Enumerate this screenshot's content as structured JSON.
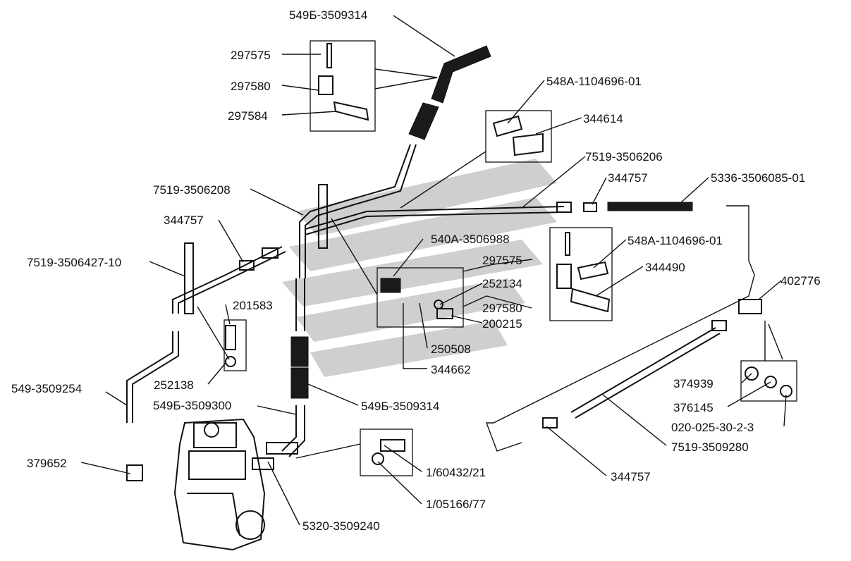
{
  "diagram": {
    "labels": {
      "l01": "549Б-3509314",
      "l02": "297575",
      "l03": "297580",
      "l04": "297584",
      "l05": "548А-1104696-01",
      "l06": "344614",
      "l07": "7519-3506206",
      "l08": "344757",
      "l09": "5336-3506085-01",
      "l10": "7519-3506208",
      "l11": "344757",
      "l12": "540А-3506988",
      "l13": "297575",
      "l14": "548А-1104696-01",
      "l15": "7519-3506427-10",
      "l16": "252134",
      "l17": "344490",
      "l18": "402776",
      "l19": "201583",
      "l20": "297580",
      "l21": "200215",
      "l22": "250508",
      "l23": "344662",
      "l24": "252138",
      "l25": "374939",
      "l26": "549-3509254",
      "l27": "376145",
      "l28": "549Б-3509300",
      "l29": "549Б-3509314",
      "l30": "020-025-30-2-3",
      "l31": "7519-3509280",
      "l32": "379652",
      "l33": "1/60432/21",
      "l34": "344757",
      "l35": "1/05166/77",
      "l36": "5320-3509240"
    }
  }
}
